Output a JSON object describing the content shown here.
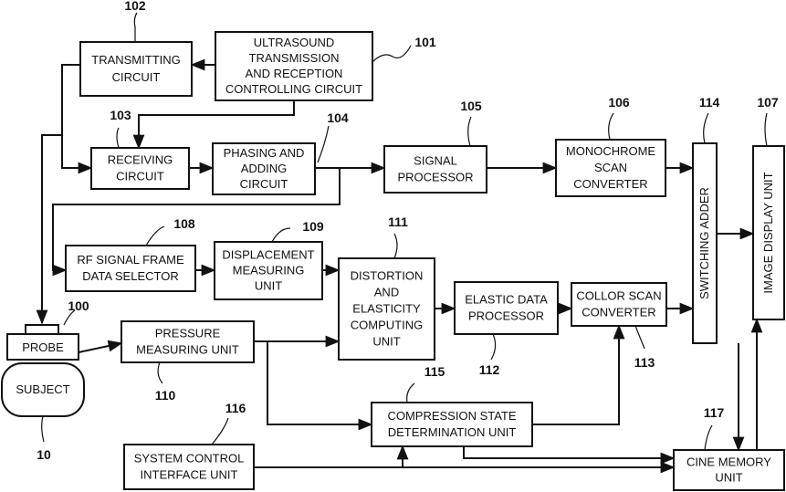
{
  "blocks": {
    "b101": {
      "lines": [
        "ULTRASOUND",
        "TRANSMISSION",
        "AND RECEPTION",
        "CONTROLLING CIRCUIT"
      ]
    },
    "b102": {
      "lines": [
        "TRANSMITTING",
        "CIRCUIT"
      ]
    },
    "b103": {
      "lines": [
        "RECEIVING",
        "CIRCUIT"
      ]
    },
    "b104": {
      "lines": [
        "PHASING AND",
        "ADDING",
        "CIRCUIT"
      ]
    },
    "b105": {
      "lines": [
        "SIGNAL",
        "PROCESSOR"
      ]
    },
    "b106": {
      "lines": [
        "MONOCHROME",
        "SCAN",
        "CONVERTER"
      ]
    },
    "b114": {
      "lines": [
        "SWITCHING ADDER"
      ]
    },
    "b107": {
      "lines": [
        "IMAGE DISPLAY UNIT"
      ]
    },
    "b108": {
      "lines": [
        "RF SIGNAL FRAME",
        "DATA SELECTOR"
      ]
    },
    "b109": {
      "lines": [
        "DISPLACEMENT",
        "MEASURING",
        "UNIT"
      ]
    },
    "b111": {
      "lines": [
        "DISTORTION",
        "AND",
        "ELASTICITY",
        "COMPUTING",
        "UNIT"
      ]
    },
    "b112": {
      "lines": [
        "ELASTIC DATA",
        "PROCESSOR"
      ]
    },
    "b113": {
      "lines": [
        "COLLOR SCAN",
        "CONVERTER"
      ]
    },
    "b100": {
      "lines": [
        "PROBE"
      ]
    },
    "b10": {
      "lines": [
        "SUBJECT"
      ]
    },
    "b110": {
      "lines": [
        "PRESSURE",
        "MEASURING UNIT"
      ]
    },
    "b115": {
      "lines": [
        "COMPRESSION STATE",
        "DETERMINATION UNIT"
      ]
    },
    "b116": {
      "lines": [
        "SYSTEM CONTROL",
        "INTERFACE UNIT"
      ]
    },
    "b117": {
      "lines": [
        "CINE MEMORY",
        "UNIT"
      ]
    }
  },
  "refs": {
    "r101": "101",
    "r102": "102",
    "r103": "103",
    "r104": "104",
    "r105": "105",
    "r106": "106",
    "r114": "114",
    "r107": "107",
    "r108": "108",
    "r109": "109",
    "r111": "111",
    "r100": "100",
    "r112": "112",
    "r113": "113",
    "r110": "110",
    "r115": "115",
    "r116": "116",
    "r117": "117",
    "r10": "10"
  }
}
